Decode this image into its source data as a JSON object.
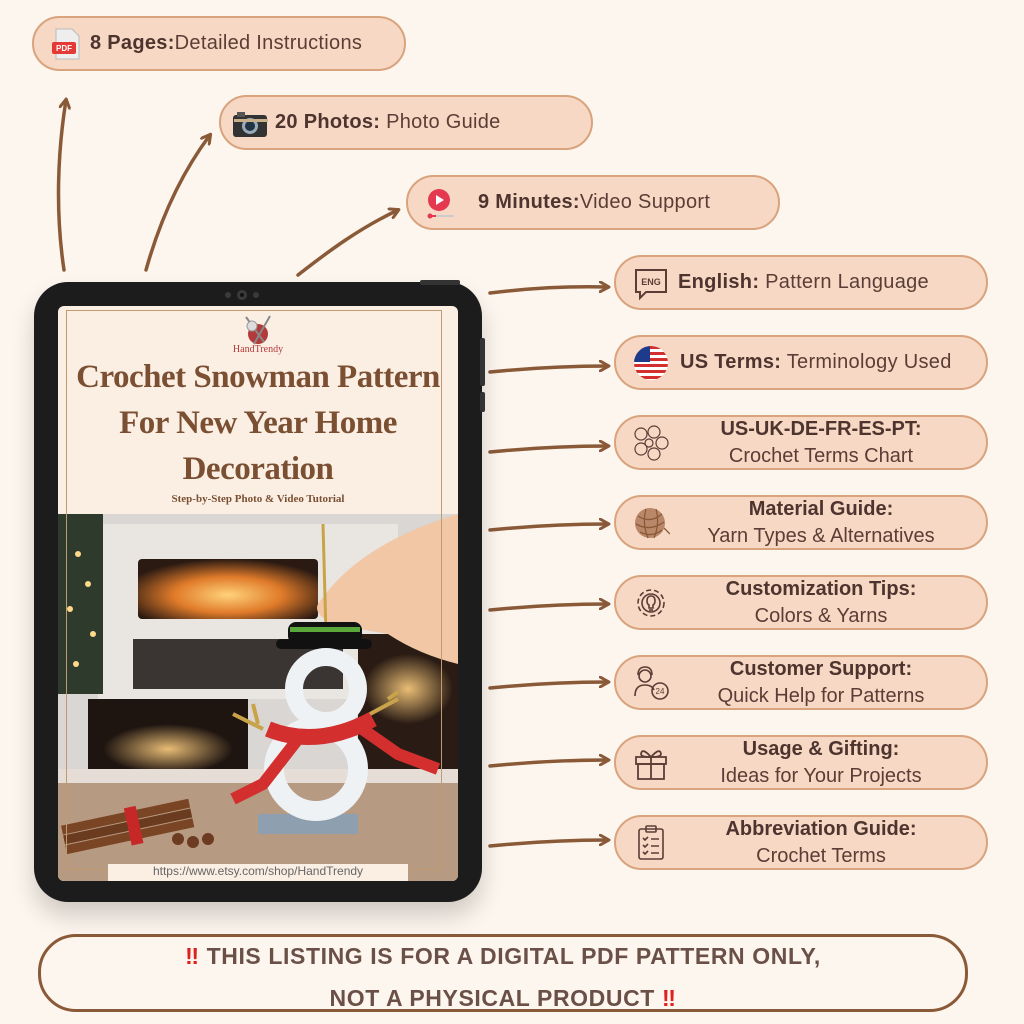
{
  "features_top": [
    {
      "bold": "8 Pages:",
      "text": "Detailed Instructions",
      "icon": "pdf-icon"
    },
    {
      "bold": "20 Photos:",
      "text": " Photo Guide",
      "icon": "camera-icon"
    },
    {
      "bold": "9 Minutes:",
      "text": "Video Support",
      "icon": "video-play-icon"
    }
  ],
  "features_right": [
    {
      "bold": "English:",
      "text": " Pattern Language",
      "icon": "eng-language-icon"
    },
    {
      "bold": "US Terms:",
      "text": " Terminology Used",
      "icon": "us-flag-icon"
    },
    {
      "bold": "US-UK-DE-FR-ES-PT:",
      "text": "Crochet Terms Chart",
      "icon": "language-chart-icon"
    },
    {
      "bold": "Material Guide:",
      "text": "Yarn Types & Alternatives",
      "icon": "yarn-ball-icon"
    },
    {
      "bold": "Customization Tips:",
      "text": "Colors & Yarns",
      "icon": "gear-bulb-icon"
    },
    {
      "bold": "Customer Support:",
      "text": "Quick Help for Patterns",
      "icon": "support-24-icon"
    },
    {
      "bold": "Usage & Gifting:",
      "text": "Ideas for Your Projects",
      "icon": "gift-icon"
    },
    {
      "bold": "Abbreviation Guide:",
      "text": "Crochet Terms",
      "icon": "clipboard-checklist-icon"
    }
  ],
  "tablet": {
    "logo_text": "HandTrendy",
    "title_line1": "Crochet Snowman Pattern",
    "title_line2": "For New Year Home",
    "title_line3": "Decoration",
    "subtitle": "Step-by-Step Photo & Video Tutorial",
    "url": "https://www.etsy.com/shop/HandTrendy"
  },
  "banner": {
    "line1": " THIS LISTING IS FOR A DIGITAL PDF PATTERN ONLY,",
    "line2": "NOT A PHYSICAL PRODUCT ",
    "mark": "‼"
  },
  "colors": {
    "background": "#fdf6ee",
    "pill_fill": "#f7d8c4",
    "pill_border": "#d9a37d",
    "arrow": "#8a5a38",
    "title_brown": "#7a4f32"
  }
}
